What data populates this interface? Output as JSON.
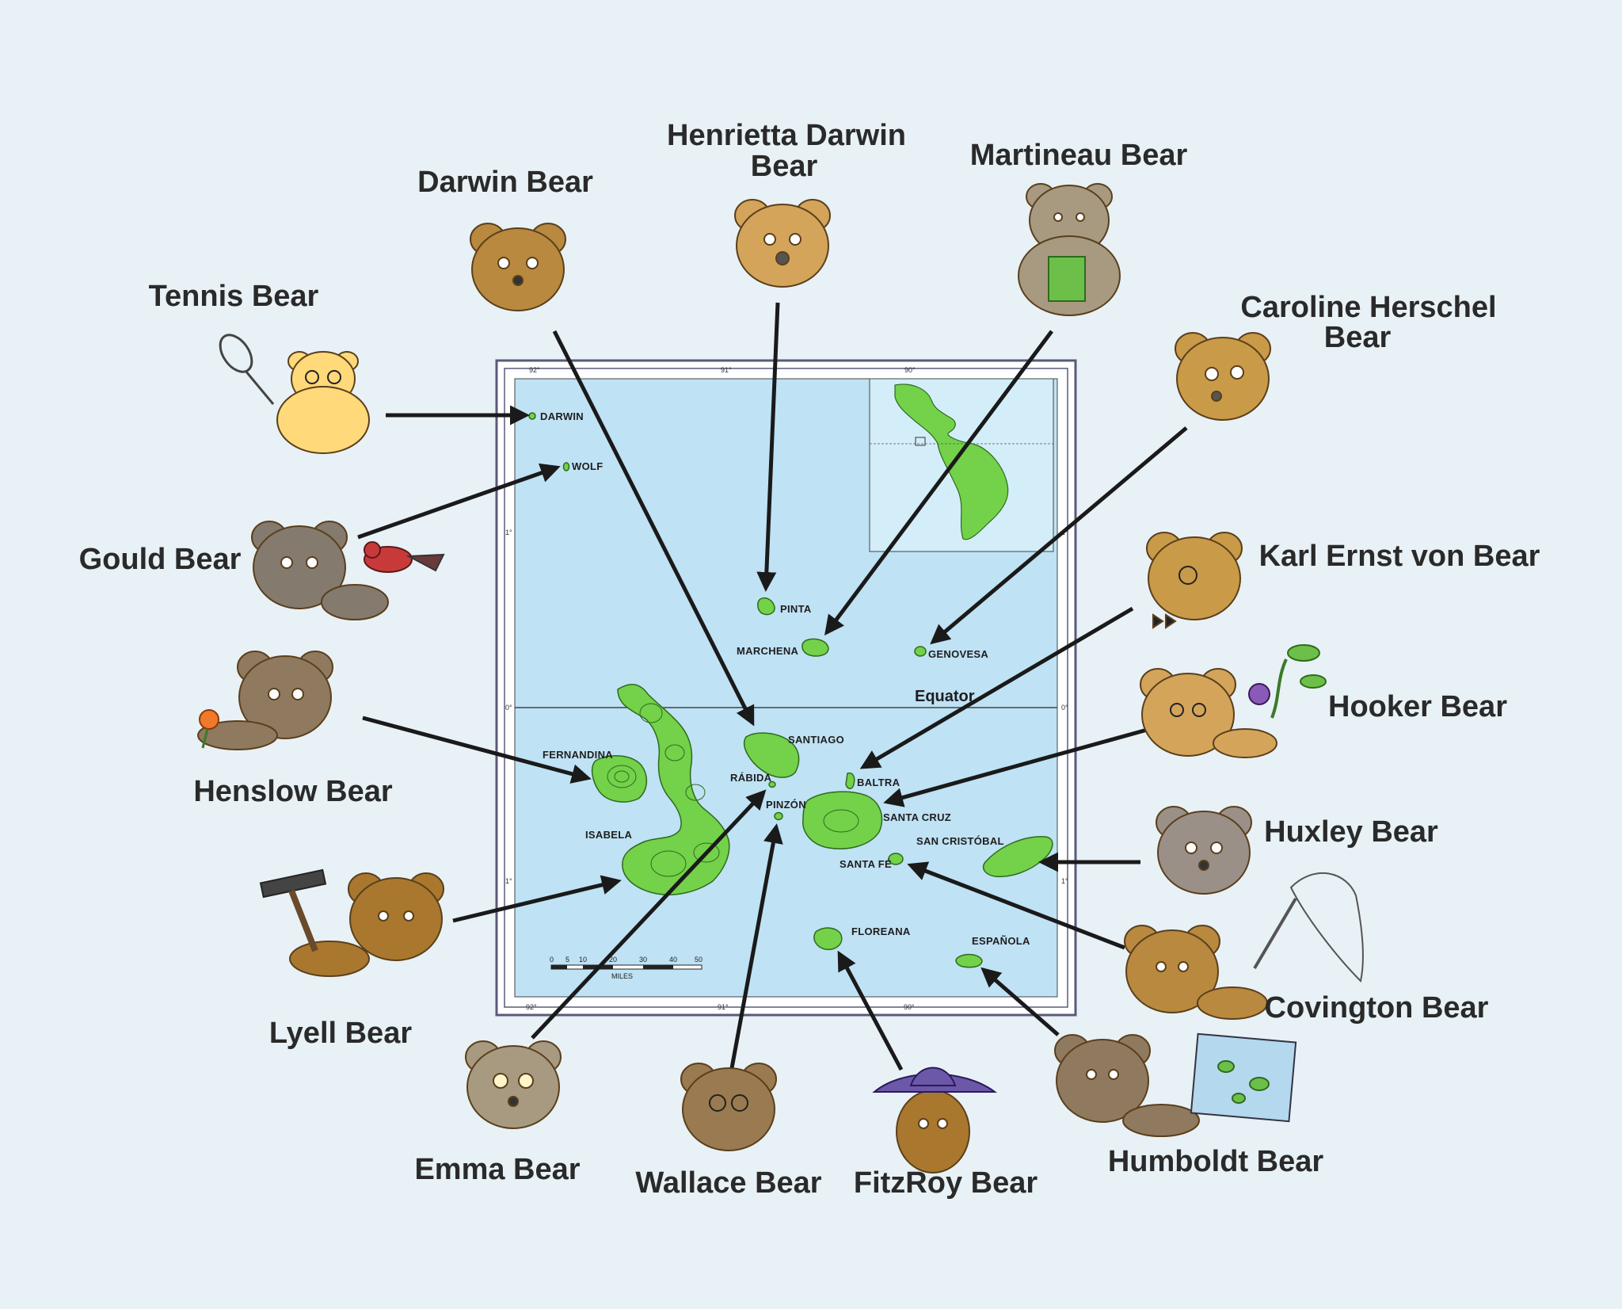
{
  "map": {
    "equator_label": "Equator",
    "islands": {
      "darwin": "DARWIN",
      "wolf": "WOLF",
      "pinta": "PINTA",
      "marchena": "MARCHENA",
      "genovesa": "GENOVESA",
      "santiago": "SANTIAGO",
      "fernandina": "FERNANDINA",
      "rabida": "RÁBIDA",
      "baltra": "BALTRA",
      "pinzon": "PINZÓN",
      "santa_cruz": "SANTA CRUZ",
      "isabela": "ISABELA",
      "san_cristobal": "SAN CRISTÓBAL",
      "santa_fe": "SANTA FÉ",
      "floreana": "FLOREANA",
      "espanola": "ESPAÑOLA"
    },
    "degree_labels": {
      "top_92": "92°",
      "top_91": "91°",
      "top_90": "90°",
      "bottom_92": "92°",
      "bottom_91": "91°",
      "bottom_90": "90°",
      "left_1": "1°",
      "left_0": "0°",
      "left_1s": "1°",
      "right_1": "1°",
      "right_0": "0°",
      "right_1s": "1°"
    },
    "scale": {
      "ticks": [
        "0",
        "5",
        "10",
        "20",
        "30",
        "40",
        "50"
      ],
      "unit": "MILES"
    },
    "colors": {
      "sea": "#bfe2f4",
      "land": "#74d14a",
      "land_outline": "#2d6b1c",
      "border": "#5a5a7a",
      "background": "#e8f1f5"
    }
  },
  "bears": {
    "tennis": "Tennis Bear",
    "darwin": "Darwin Bear",
    "henrietta_line1": "Henrietta Darwin",
    "henrietta_line2": "Bear",
    "martineau": "Martineau Bear",
    "caroline_line1": "Caroline Herschel",
    "caroline_line2": "Bear",
    "gould": "Gould Bear",
    "karl": "Karl Ernst von Bear",
    "henslow": "Henslow Bear",
    "hooker": "Hooker Bear",
    "huxley": "Huxley Bear",
    "lyell": "Lyell Bear",
    "covington": "Covington Bear",
    "emma": "Emma Bear",
    "wallace": "Wallace Bear",
    "fitzroy": "FitzRoy Bear",
    "humboldt": "Humboldt Bear"
  }
}
